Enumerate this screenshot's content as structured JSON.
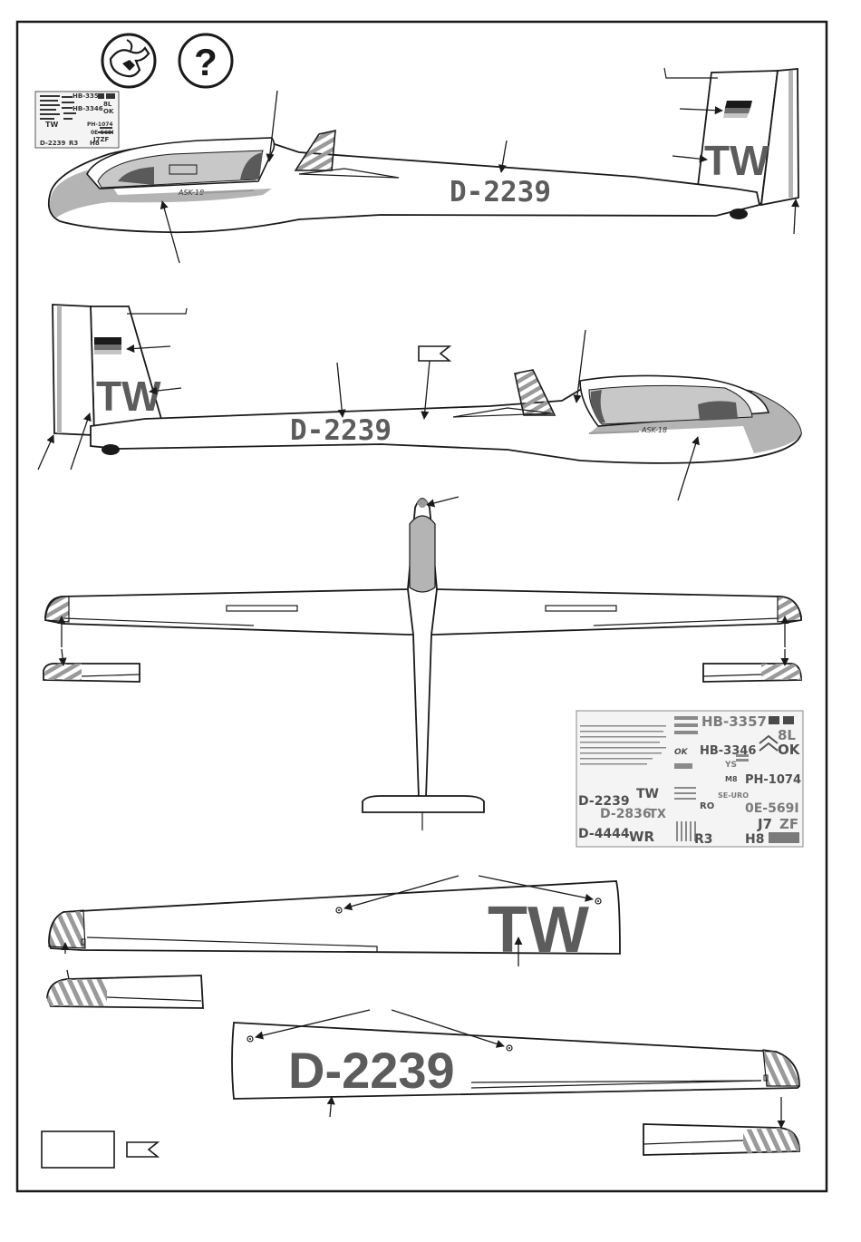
{
  "colors": {
    "border": "#1a1a1a",
    "marking_grey": "#5c5c5c",
    "light_grey": "#b4b4b4",
    "stripe_grey": "#9a9a9a",
    "canopy_grey": "#8c8c8c",
    "flag_black": "#1a1a1a",
    "flag_red": "#6e6e6e",
    "flag_gold": "#c4c4c4"
  },
  "icons": [
    "paint-bucket-icon",
    "help-question-icon",
    "decal-sheet-thumbnail",
    "decal-position-flag-icon"
  ],
  "help_icon_glyph": "?",
  "markings": {
    "registration": "D-2239",
    "tail_code": "TW",
    "fuselage_type_script": "ASK-18"
  },
  "decal_sheet": {
    "rows": [
      [
        "HB-3357",
        "8L",
        "OK"
      ],
      [
        "HB-3346",
        "OK",
        "YS"
      ],
      [
        "PH-1074",
        "M8",
        "SE-URO"
      ],
      [
        "D-2239",
        "TW",
        "TX",
        "RO",
        "0E-569I"
      ],
      [
        "D-2836",
        "ZF",
        "J7"
      ],
      [
        "D-4444",
        "WR",
        "R3",
        "H8"
      ]
    ]
  }
}
